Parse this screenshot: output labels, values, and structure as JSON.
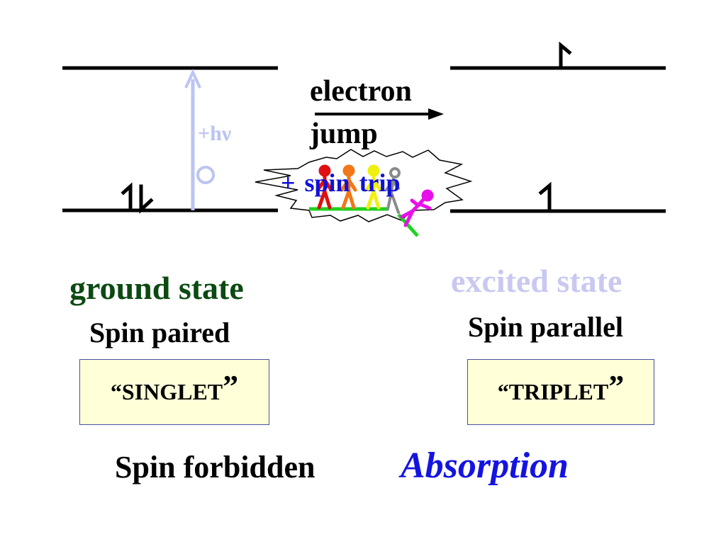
{
  "ground": {
    "title": "ground state",
    "subtitle": "Spin paired",
    "box_open_quote": "“",
    "box_label": "SINGLET",
    "box_close_quote": "”"
  },
  "excited": {
    "title": "excited state",
    "subtitle": "Spin parallel",
    "box_open_quote": "“",
    "box_label": "TRIPLET",
    "box_close_quote": "”"
  },
  "transition": {
    "electron_label": "electron",
    "jump_label": "jump",
    "spin_trip_label": "+  spin  trip",
    "photon_label": "+hν"
  },
  "bottom": {
    "forbidden_label": "Spin forbidden",
    "absorption_label": "Absorption"
  },
  "colors": {
    "ground_title": "#0b4a12",
    "excited_title": "#c8c8f0",
    "photon": "#bcc4f2",
    "spin_trip": "#1010d8",
    "absorption": "#1414e0",
    "box_fill": "#ffffd8",
    "box_border": "#4a4fa6",
    "ground_line": "#1fd21f",
    "burst_outline": "#000000",
    "figure_red": "#e01010",
    "figure_orange": "#f07818",
    "figure_yellow": "#f0f010",
    "figure_gray": "#8a8a8a",
    "figure_magenta": "#e810e8"
  },
  "icons": {
    "ground_spin": "spin-up-down-arrows-icon",
    "excited_upper_spin": "spin-up-arrow-icon",
    "excited_lower_spin": "spin-up-arrow-icon",
    "photon_arrow": "photon-arrow-icon",
    "jump_arrow": "right-arrow-icon",
    "burst": "starburst-icon",
    "people": "stick-figures-icon"
  }
}
